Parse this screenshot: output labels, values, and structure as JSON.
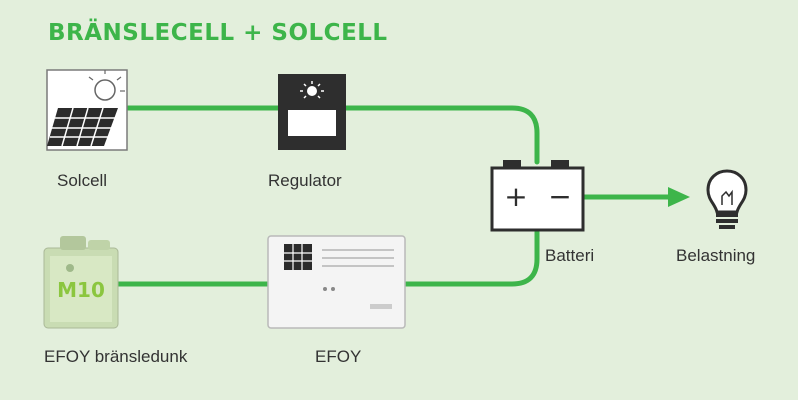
{
  "title": "BRÄNSLECELL + SOLCELL",
  "colors": {
    "accent": "#3db54a",
    "background": "#e3efdc",
    "text": "#333333"
  },
  "nodes": {
    "solar": {
      "label": "Solcell",
      "icon": "solar-panel-icon"
    },
    "regulator": {
      "label": "Regulator",
      "icon": "charge-regulator-icon"
    },
    "battery": {
      "label": "Batteri",
      "icon": "battery-icon",
      "plus": "+",
      "minus": "−"
    },
    "load": {
      "label": "Belastning",
      "icon": "light-bulb-icon"
    },
    "canister": {
      "label": "EFOY bränsledunk",
      "icon": "fuel-canister-icon",
      "brand": "M10"
    },
    "efoy": {
      "label": "EFOY",
      "icon": "fuel-cell-unit-icon"
    }
  }
}
